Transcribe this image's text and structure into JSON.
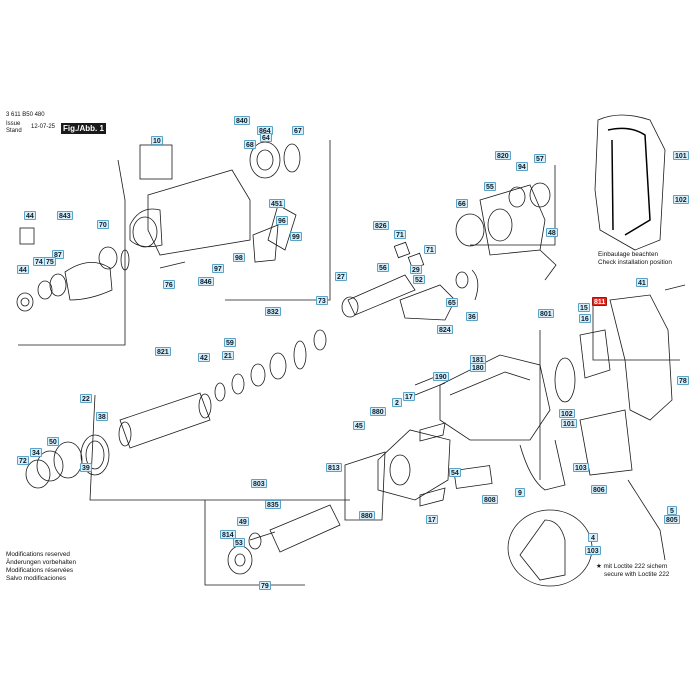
{
  "header": {
    "doc_number": "3 611 B50 480",
    "issue_label": "Issue",
    "stand_label": "Stand",
    "issue_date": "12-07-25",
    "figure_label": "Fig./Abb. 1"
  },
  "install_note": {
    "line1": "Einbaulage beachten",
    "line2": "Check installation position"
  },
  "modifications": {
    "line1": "Modifications reserved",
    "line2": "Änderungen vorbehalten",
    "line3": "Modifications réservées",
    "line4": "Salvo modificaciones"
  },
  "loctite_note": {
    "line1": "★ mit Loctite 222 sichern",
    "line2": "secure with Loctite 222"
  },
  "highlight_color": "#e0261f",
  "tag_color": "#d8eef9",
  "parts": {
    "p10": "10",
    "p840": "840",
    "p864": "864",
    "p68": "68",
    "p64": "64",
    "p67": "67",
    "p44a": "44",
    "p843": "843",
    "p70": "70",
    "p74": "74",
    "p75": "75",
    "p87": "87",
    "p44b": "44",
    "p96": "96",
    "p99": "99",
    "p451": "451",
    "p97": "97",
    "p98": "98",
    "p846": "846",
    "p76": "76",
    "p820": "820",
    "p94": "94",
    "p57": "57",
    "p55": "55",
    "p66": "66",
    "p48": "48",
    "p101": "101",
    "p102": "102",
    "p826": "826",
    "p71a": "71",
    "p71b": "71",
    "p27": "27",
    "p56": "56",
    "p29": "29",
    "p52": "52",
    "p65": "65",
    "p36": "36",
    "p824": "824",
    "p821": "821",
    "p832": "832",
    "p73": "73",
    "p42": "42",
    "p59": "59",
    "p21": "21",
    "p22": "22",
    "p38": "38",
    "p50": "50",
    "p34": "34",
    "p72": "72",
    "p39": "39",
    "p811": "811",
    "p41": "41",
    "p15": "15",
    "p801": "801",
    "p16": "16",
    "p78": "78",
    "p181": "181",
    "p180": "180",
    "p190": "190",
    "p17a": "17",
    "p2": "2",
    "p880a": "880",
    "p45": "45",
    "p102b": "102",
    "p101b": "101",
    "p103a": "103",
    "p806": "806",
    "p54": "54",
    "p9": "9",
    "p808": "808",
    "p813": "813",
    "p880b": "880",
    "p17b": "17",
    "p803": "803",
    "p49": "49",
    "p835": "835",
    "p814": "814",
    "p53": "53",
    "p79": "79",
    "p5": "5",
    "p805": "805",
    "p4": "4",
    "p103b": "103"
  }
}
